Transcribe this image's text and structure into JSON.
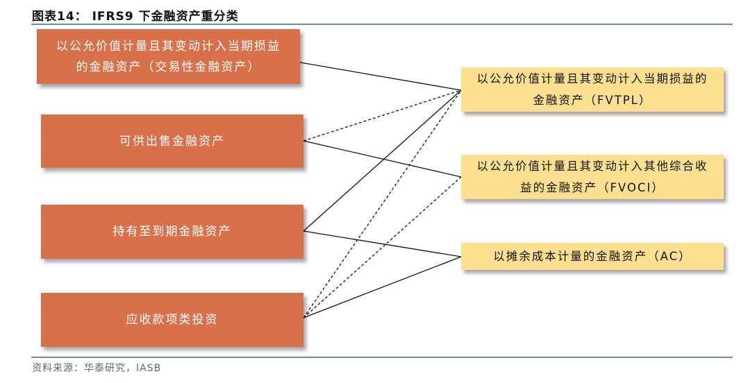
{
  "title": "图表14： IFRS9 下金融资产重分类",
  "source": "资料来源：华泰研究，IASB",
  "left_boxes": [
    {
      "id": "L1",
      "text": "以公允价值计量且其变动计入当期损益的金融资产（交易性金融资产）"
    },
    {
      "id": "L2",
      "text": "可供出售金融资产"
    },
    {
      "id": "L3",
      "text": "持有至到期金融资产"
    },
    {
      "id": "L4",
      "text": "应收款项类投资"
    }
  ],
  "right_boxes": [
    {
      "id": "R1",
      "text": "以公允价值计量且其变动计入当期损益的金融资产（FVTPL）"
    },
    {
      "id": "R2",
      "text": "以公允价值计量且其变动计入其他综合收益的金融资产（FVOCI）"
    },
    {
      "id": "R3",
      "text": "以摊余成本计量的金融资产（AC）"
    }
  ],
  "connections": [
    {
      "from": "L1",
      "to": "R1",
      "style": "solid"
    },
    {
      "from": "L2",
      "to": "R1",
      "style": "dashed"
    },
    {
      "from": "L2",
      "to": "R2",
      "style": "solid"
    },
    {
      "from": "L3",
      "to": "R1",
      "style": "solid"
    },
    {
      "from": "L3",
      "to": "R3",
      "style": "solid"
    },
    {
      "from": "L4",
      "to": "R1",
      "style": "dashed"
    },
    {
      "from": "L4",
      "to": "R2",
      "style": "dashed"
    },
    {
      "from": "L4",
      "to": "R3",
      "style": "solid"
    }
  ],
  "colors": {
    "left_fill": "#d8704a",
    "right_fill": "#fde08f",
    "rule": "#6a8db5"
  }
}
